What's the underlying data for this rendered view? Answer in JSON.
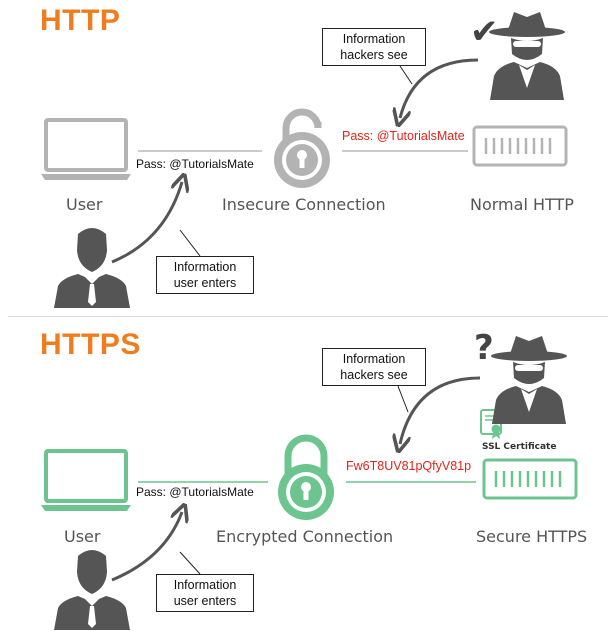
{
  "http": {
    "heading": "HTTP",
    "user_label": "User",
    "connection_label": "Insecure Connection",
    "server_label": "Normal HTTP",
    "password_entered": "Pass: @TutorialsMate",
    "password_seen": "Pass: @TutorialsMate",
    "hackers_callout": [
      "Information",
      "hackers see"
    ],
    "user_callout": [
      "Information",
      "user enters"
    ],
    "hacker_mark": "✔",
    "colors": {
      "icon": "#b3b3b3",
      "line": "#b8b8b8"
    }
  },
  "https": {
    "heading": "HTTPS",
    "user_label": "User",
    "connection_label": "Encrypted Connection",
    "server_label": "Secure HTTPS",
    "certificate_label": "SSL Certificate",
    "password_entered": "Pass: @TutorialsMate",
    "password_seen": "Fw6T8UV81pQfyV81p",
    "hackers_callout": [
      "Information",
      "hackers see"
    ],
    "user_callout": [
      "Information",
      "user enters"
    ],
    "hacker_mark": "?",
    "colors": {
      "icon": "#6cc58f",
      "line": "#6cc58f"
    }
  },
  "colors": {
    "heading": "#f07c1e",
    "password_seen": "#e0241b",
    "person": "#555555",
    "arrow": "#555555"
  }
}
